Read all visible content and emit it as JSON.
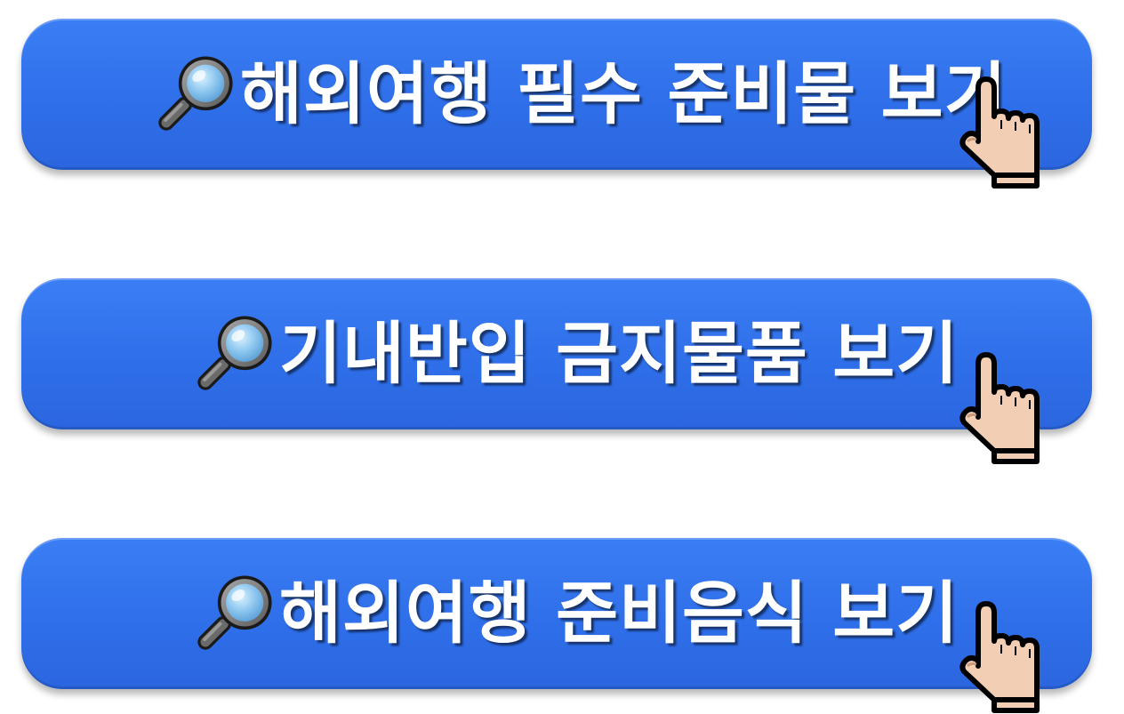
{
  "buttons": [
    {
      "label": "해외여행 필수 준비물 보기",
      "icon": "magnifying-glass-icon",
      "cursor_icon": "pointing-hand-icon"
    },
    {
      "label": "기내반입 금지물품 보기",
      "icon": "magnifying-glass-icon",
      "cursor_icon": "pointing-hand-icon"
    },
    {
      "label": "해외여행 준비음식 보기",
      "icon": "magnifying-glass-icon",
      "cursor_icon": "pointing-hand-icon"
    }
  ],
  "colors": {
    "button_background": "#2f6fea",
    "text": "#ffffff",
    "page_background": "#ffffff"
  }
}
